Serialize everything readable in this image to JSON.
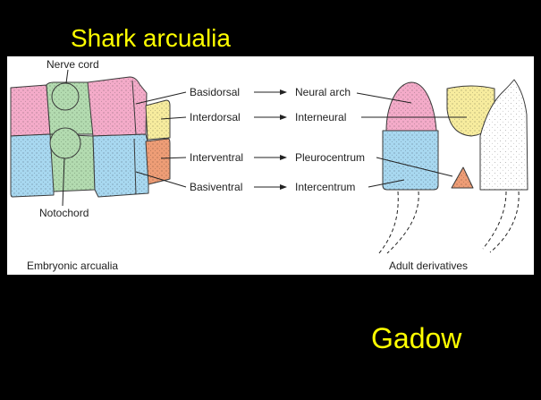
{
  "slide": {
    "title": "Shark arcualia",
    "credit": "Gadow"
  },
  "colors": {
    "background": "#000000",
    "title_text": "#ffff00",
    "panel": "#ffffff",
    "basidorsal": "#f4abc9",
    "interdorsal": "#f7ec9e",
    "interventral": "#ee9d76",
    "basiventral": "#a8d8f0",
    "nerve_cord_notochord": "#b3dbb0"
  },
  "diagram": {
    "nerve_cord_label": "Nerve cord",
    "notochord_label": "Notochord",
    "embryonic_caption": "Embryonic arcualia",
    "adult_caption": "Adult derivatives",
    "rows": [
      {
        "embryonic": "Basidorsal",
        "adult": "Neural arch"
      },
      {
        "embryonic": "Interdorsal",
        "adult": "Interneural"
      },
      {
        "embryonic": "Interventral",
        "adult": "Pleurocentrum"
      },
      {
        "embryonic": "Basiventral",
        "adult": "Intercentrum"
      }
    ]
  }
}
